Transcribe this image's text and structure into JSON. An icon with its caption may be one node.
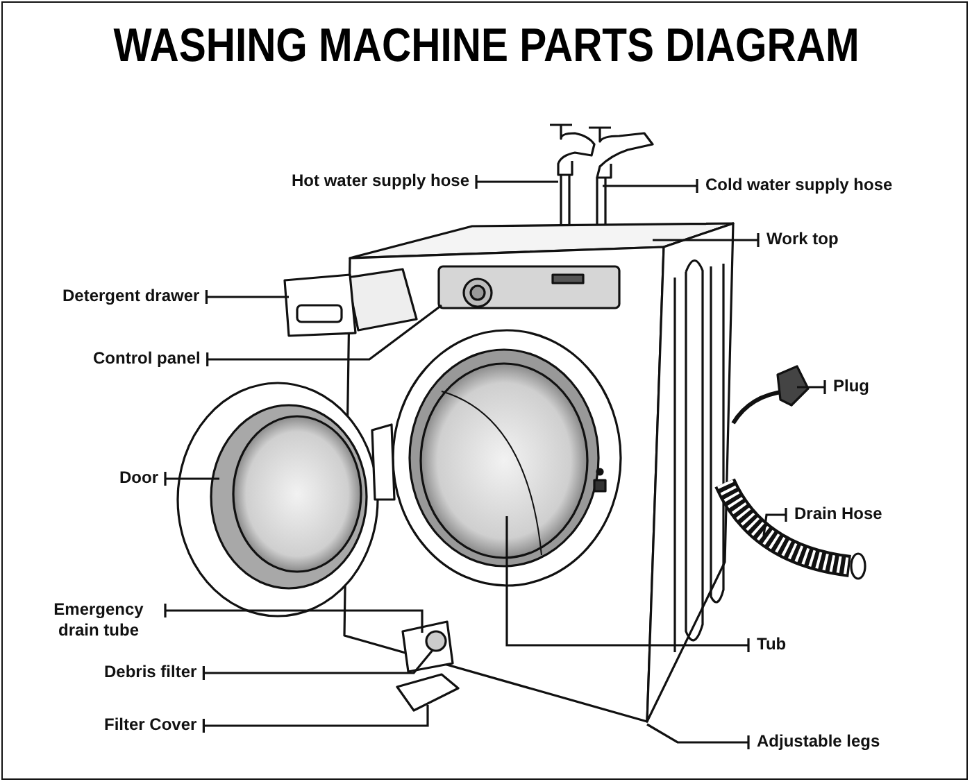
{
  "diagram": {
    "title": "WASHING MACHINE PARTS DIAGRAM",
    "nodes": [
      {
        "text": [
          "Hot water supply hose"
        ]
      },
      {
        "text": [
          "Cold water supply hose"
        ]
      },
      {
        "text": [
          "Work top"
        ]
      },
      {
        "text": [
          "Detergent drawer"
        ]
      },
      {
        "text": [
          "Control panel"
        ]
      },
      {
        "text": [
          "Plug"
        ]
      },
      {
        "text": [
          "Door"
        ]
      },
      {
        "text": [
          "Drain Hose"
        ]
      },
      {
        "text": [
          "Emergency drain tube"
        ]
      },
      {
        "text": [
          "Tub"
        ]
      },
      {
        "text": [
          "Debris filter"
        ]
      },
      {
        "text": [
          "Filter Cover"
        ]
      },
      {
        "text": [
          "Adjustable legs"
        ]
      }
    ],
    "edges": [
      {
        "from": 0,
        "to": null,
        "arrow": "other"
      },
      {
        "from": 1,
        "to": null,
        "arrow": "other"
      },
      {
        "from": 2,
        "to": null,
        "arrow": "other"
      },
      {
        "from": 3,
        "to": null,
        "arrow": "other"
      },
      {
        "from": 4,
        "to": null,
        "arrow": "other"
      },
      {
        "from": 5,
        "to": null,
        "arrow": "other"
      },
      {
        "from": 6,
        "to": null,
        "arrow": "other"
      },
      {
        "from": 7,
        "to": null,
        "arrow": "other"
      },
      {
        "from": 8,
        "to": null,
        "arrow": "other"
      },
      {
        "from": 9,
        "to": null,
        "arrow": "other"
      },
      {
        "from": 10,
        "to": null,
        "arrow": "other"
      },
      {
        "from": 11,
        "to": null,
        "arrow": "other"
      },
      {
        "from": 12,
        "to": null,
        "arrow": "other"
      }
    ]
  }
}
